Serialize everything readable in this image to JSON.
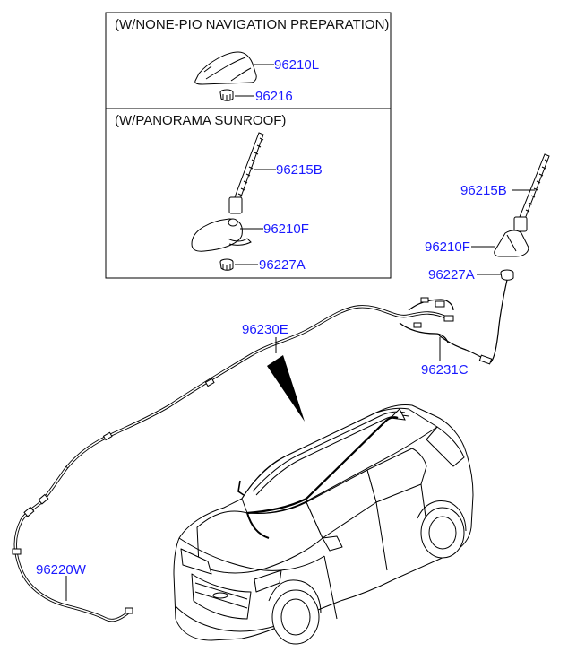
{
  "boxes": {
    "top_title": "(W/NONE-PIO NAVIGATION PREPARATION)",
    "bottom_title": "(W/PANORAMA SUNROOF)"
  },
  "labels": {
    "p96210L": "96210L",
    "p96216": "96216",
    "p96215B_box": "96215B",
    "p96210F_box": "96210F",
    "p96227A_box": "96227A",
    "p96215B": "96215B",
    "p96210F": "96210F",
    "p96227A": "96227A",
    "p96230E": "96230E",
    "p96231C": "96231C",
    "p96220W": "96220W"
  },
  "colors": {
    "label": "#1a1aff",
    "line": "#000000"
  }
}
